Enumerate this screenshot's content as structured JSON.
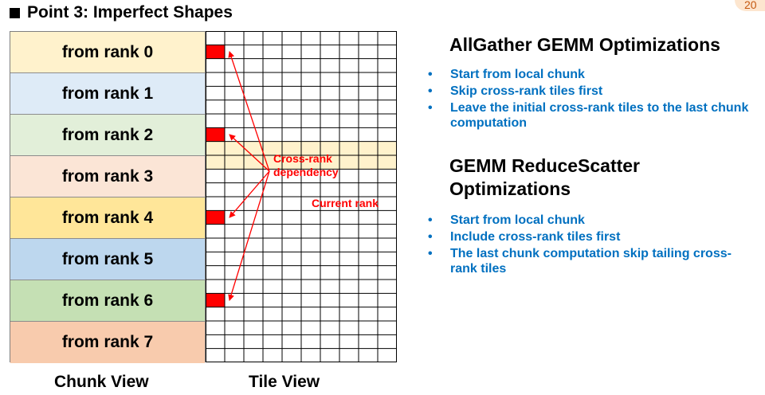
{
  "slide": {
    "title": "Point 3: Imperfect Shapes",
    "page_number": "20"
  },
  "chunk_view": {
    "label": "Chunk View",
    "rows": [
      {
        "label": "from rank 0",
        "color": "#fff2cc"
      },
      {
        "label": "from rank 1",
        "color": "#deebf7"
      },
      {
        "label": "from rank 2",
        "color": "#e2efd9"
      },
      {
        "label": "from rank 3",
        "color": "#fbe5d6"
      },
      {
        "label": "from rank 4",
        "color": "#ffe699"
      },
      {
        "label": "from rank 5",
        "color": "#bdd7ee"
      },
      {
        "label": "from rank 6",
        "color": "#c5e0b4"
      },
      {
        "label": "from rank 7",
        "color": "#f8cbad"
      }
    ]
  },
  "tile_view": {
    "label": "Tile View",
    "columns": 10,
    "rows": 24,
    "dependency_tile_rows": [
      1,
      7,
      13,
      19
    ],
    "current_rank_rows": [
      8,
      9
    ],
    "annotations": {
      "cross_rank_line1": "Cross-rank",
      "cross_rank_line2": "dependency",
      "current_rank": "Current rank"
    },
    "colors": {
      "dependency_tile": "#ff0000",
      "current_rank_band": "#fff2cc",
      "arrow": "#ff0000",
      "grid_line": "#000000"
    }
  },
  "allgather": {
    "heading": "AllGather GEMM Optimizations",
    "bullets": [
      "Start from local chunk",
      "Skip cross-rank tiles first",
      "Leave the initial cross-rank tiles to the last chunk computation"
    ]
  },
  "reducescatter": {
    "heading_line1": "GEMM ReduceScatter",
    "heading_line2": "Optimizations",
    "bullets": [
      "Start from local chunk",
      "Include cross-rank tiles first",
      "The last chunk computation skip tailing cross-rank tiles"
    ]
  }
}
